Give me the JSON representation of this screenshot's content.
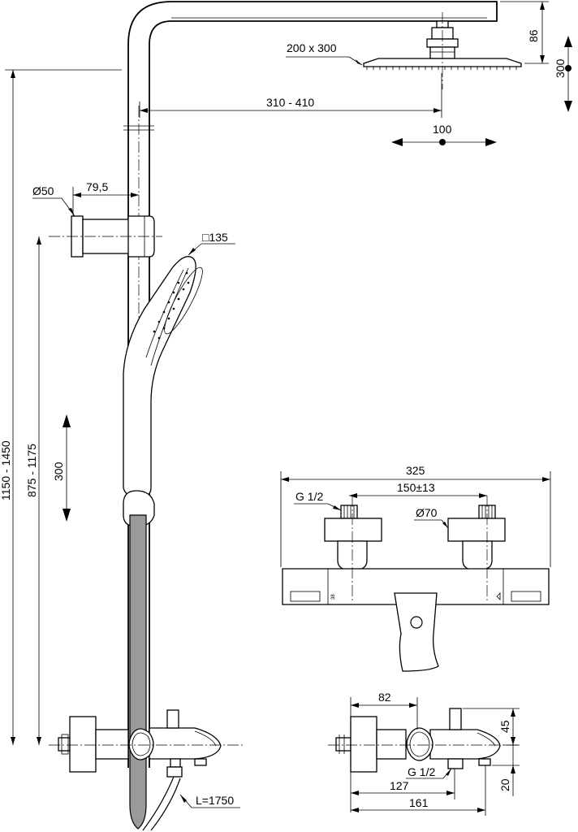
{
  "dimensions": {
    "head_size": "200 x 300",
    "arm_reach": "310 - 410",
    "head_offset": "100",
    "head_height": "86",
    "head_drop": "300",
    "wall_bracket_dia": "Ø50",
    "bracket_offset": "79,5",
    "handshower_size": "□135",
    "total_height": "1150 - 1450",
    "bracket_height": "875 - 1175",
    "slide_travel": "300",
    "hose_length": "L=1750",
    "mixer_width": "325",
    "inlet_spacing": "150±13",
    "inlet_thread": "G 1/2",
    "escutcheon_dia": "Ø70",
    "side_depth": "82",
    "side_top": "45",
    "side_bottom": "20",
    "outlet_thread": "G 1/2",
    "spout_reach_a": "127",
    "spout_reach_b": "161"
  },
  "temperature_mark": "38"
}
